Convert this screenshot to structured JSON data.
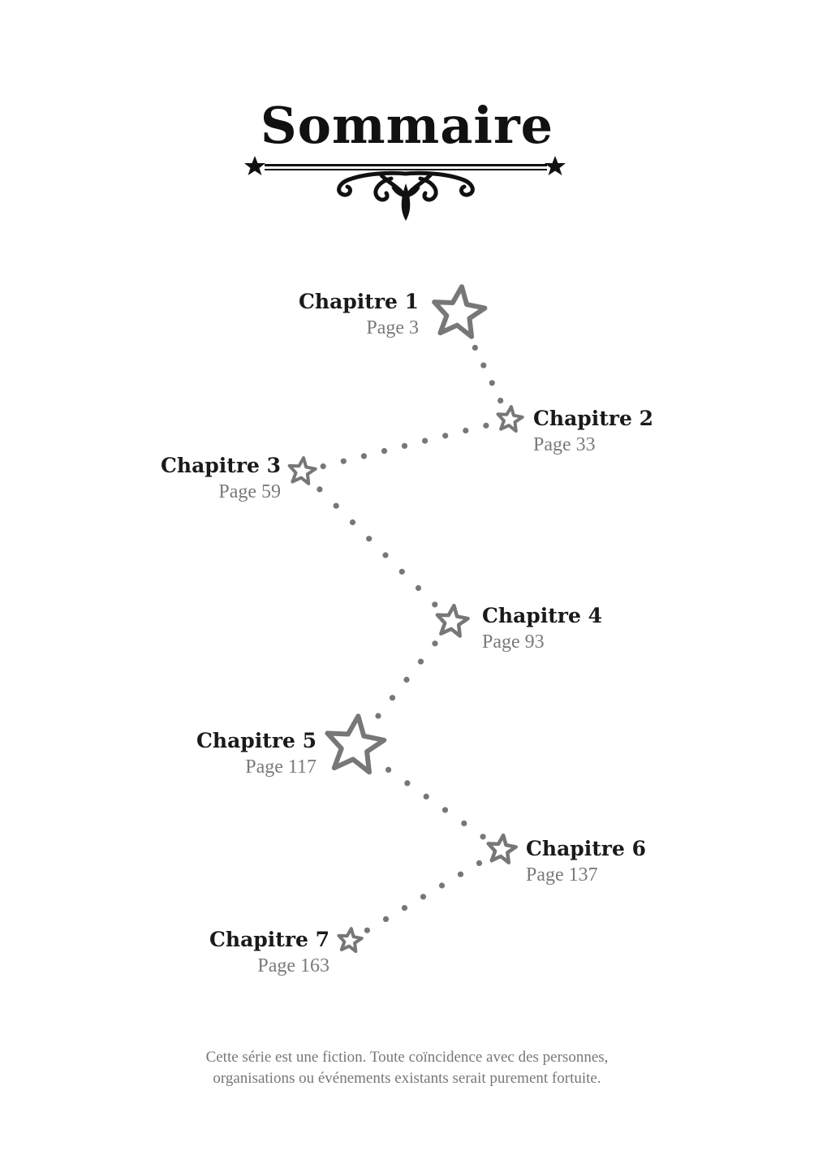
{
  "title": "Sommaire",
  "chapters": [
    {
      "label": "Chapitre 1",
      "page": "Page 3"
    },
    {
      "label": "Chapitre 2",
      "page": "Page 33"
    },
    {
      "label": "Chapitre 3",
      "page": "Page 59"
    },
    {
      "label": "Chapitre 4",
      "page": "Page 93"
    },
    {
      "label": "Chapitre 5",
      "page": "Page 117"
    },
    {
      "label": "Chapitre 6",
      "page": "Page 137"
    },
    {
      "label": "Chapitre 7",
      "page": "Page 163"
    }
  ],
  "disclaimer": {
    "line1": "Cette série est une fiction. Toute coïncidence avec des personnes,",
    "line2": "organisations ou événements existants serait purement fortuite."
  },
  "colors": {
    "text": "#1a1a1a",
    "page_text": "#7a7a7a",
    "star": "#777777",
    "dots": "#777777"
  },
  "icons": {
    "divider": "ornamental-divider-icon",
    "star": "star-icon"
  }
}
